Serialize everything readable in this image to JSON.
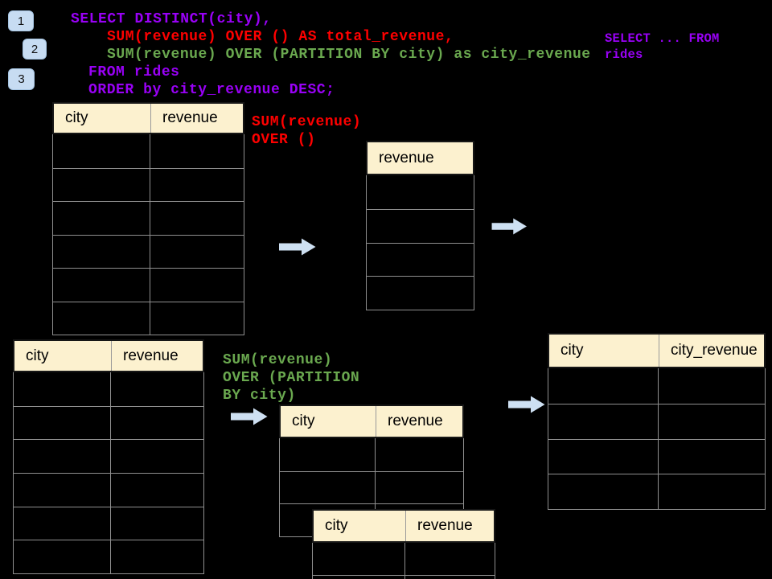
{
  "page": {
    "background": "#000000"
  },
  "badges": [
    {
      "label": "1"
    },
    {
      "label": "2"
    },
    {
      "label": "3"
    }
  ],
  "sql": {
    "lines": [
      {
        "text": "SELECT DISTINCT(city),",
        "color": "#9901F6"
      },
      {
        "text": "SUM(revenue) OVER () AS total_revenue,",
        "color": "#FE0000"
      },
      {
        "text": "SUM(revenue) OVER (PARTITION BY city) as city_revenue",
        "color": "#6AA84F"
      },
      {
        "text": "FROM rides",
        "color": "#9901F6"
      },
      {
        "text": "ORDER by city_revenue DESC;",
        "color": "#9901F6"
      }
    ]
  },
  "side_note": {
    "line1": "SELECT ... FROM",
    "line2": "rides"
  },
  "labels": {
    "total": {
      "line1": "SUM(revenue)",
      "line2": "OVER ()"
    },
    "partition": {
      "line1": "SUM(revenue)",
      "line2": "OVER (PARTITION",
      "line3": "BY city)"
    }
  },
  "tables": {
    "source_top": {
      "headers": [
        "city",
        "revenue"
      ],
      "rows": 6
    },
    "total_revenue": {
      "headers": [
        "revenue"
      ],
      "rows": 4
    },
    "source_bottom": {
      "headers": [
        "city",
        "revenue"
      ],
      "rows": 6
    },
    "partition_mid": {
      "headers": [
        "city",
        "revenue"
      ],
      "rows": 3
    },
    "partition_overlay": {
      "headers": [
        "city",
        "revenue"
      ],
      "rows": 2
    },
    "result_right": {
      "headers": [
        "city",
        "city_revenue"
      ],
      "rows": 4
    }
  },
  "colors": {
    "sql_purple": "#9901F6",
    "sql_red": "#FE0000",
    "sql_green": "#6AA84F",
    "table_header_bg": "#FCF1CF",
    "table_border_gray": "#8F8F8F",
    "arrow_blue": "#CEE0F2",
    "badge_bg": "#C7DCF2"
  }
}
